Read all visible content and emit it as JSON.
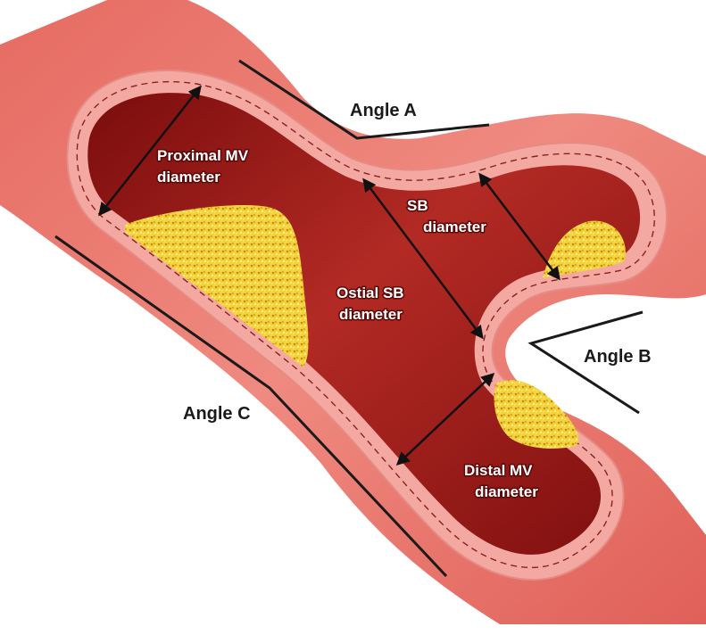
{
  "angles": {
    "a": "Angle A",
    "b": "Angle B",
    "c": "Angle C"
  },
  "diameters": {
    "proximal_mv": [
      "Proximal MV",
      "diameter"
    ],
    "sb": [
      "SB",
      "diameter"
    ],
    "ostial_sb": [
      "Ostial SB",
      "diameter"
    ],
    "distal_mv": [
      "Distal MV",
      "diameter"
    ]
  },
  "colors": {
    "background": "#ffffff",
    "outer_tissue": "#e7766f",
    "wall": "#f0a39c",
    "lumen_dark": "#8f1414",
    "lumen_light": "#c43a32",
    "plaque": "#f3cf2c",
    "line": "#1a1a1a"
  }
}
